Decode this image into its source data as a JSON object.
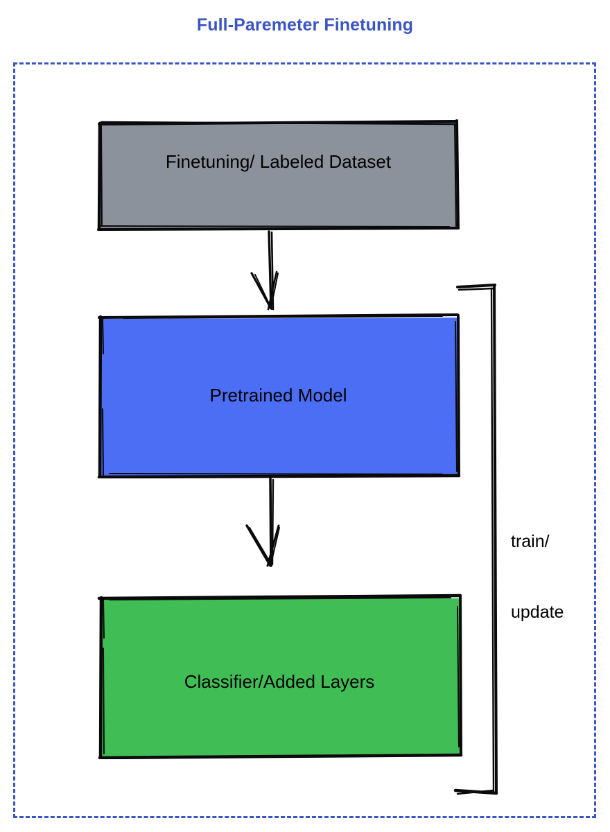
{
  "diagram": {
    "title": "Full-Paremeter Finetuning",
    "title_color": "#3b55c4",
    "background": "#ffffff",
    "frame": {
      "name": "dashed-boundary",
      "style": "dashed",
      "color": "#3b55c4"
    },
    "nodes": [
      {
        "id": "dataset",
        "label": "Finetuning/ Labeled Dataset",
        "fill": "#8c929b",
        "stroke": "#0a0a0a",
        "shape": "rectangle"
      },
      {
        "id": "pretrained",
        "label": "Pretrained Model",
        "fill": "#4c6ef5",
        "stroke": "#0a0a0a",
        "shape": "rectangle"
      },
      {
        "id": "classifier",
        "label": "Classifier/Added Layers",
        "fill": "#40be55",
        "stroke": "#0a0a0a",
        "shape": "rectangle"
      }
    ],
    "edges": [
      {
        "id": "dataset-to-pretrained",
        "from": "dataset",
        "to": "pretrained",
        "label": "",
        "arrow": "down",
        "color": "#0a0a0a"
      },
      {
        "id": "pretrained-to-classifier",
        "from": "pretrained",
        "to": "classifier",
        "label": "",
        "arrow": "down",
        "color": "#0a0a0a"
      },
      {
        "id": "classifier-to-pretrained-feedback",
        "from": "classifier",
        "to": "pretrained",
        "label": "train/\nupdate",
        "label_line1": "train/",
        "label_line2": "update",
        "arrow": "none",
        "color": "#0a0a0a"
      }
    ]
  }
}
